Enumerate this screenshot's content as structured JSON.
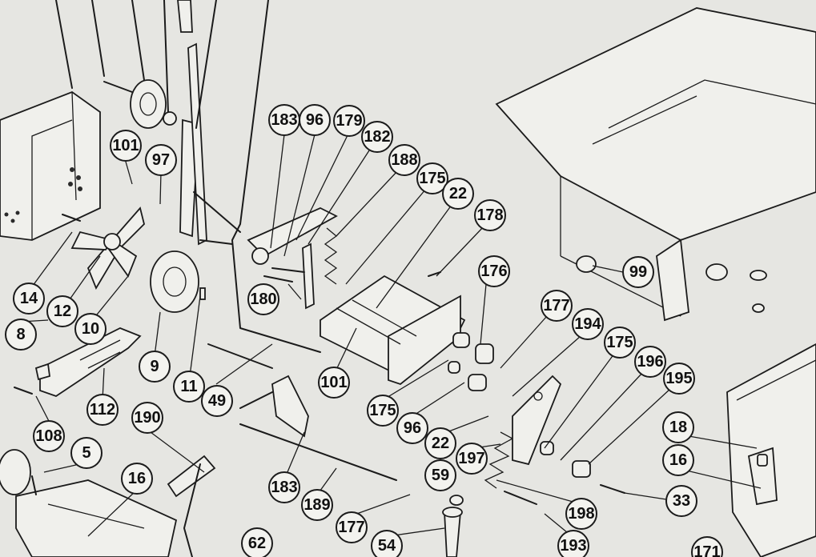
{
  "callouts": [
    "183",
    "96",
    "179",
    "182",
    "188",
    "175",
    "22",
    "178",
    "101",
    "97",
    "176",
    "177",
    "194",
    "175",
    "196",
    "195",
    "99",
    "180",
    "14",
    "12",
    "10",
    "8",
    "9",
    "11",
    "49",
    "101",
    "112",
    "190",
    "108",
    "5",
    "16",
    "175",
    "96",
    "22",
    "197",
    "59",
    "18",
    "16",
    "33",
    "183",
    "189",
    "177",
    "198",
    "62",
    "54",
    "193",
    "171"
  ]
}
